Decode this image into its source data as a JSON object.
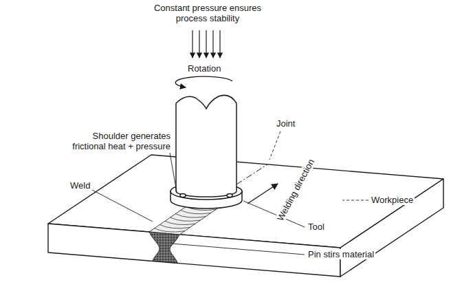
{
  "diagram": {
    "labels": [
      "Constant pressure ensures process stability",
      "Rotation",
      "Joint",
      "Shoulder generates frictional heat + pressure",
      "Weld",
      "Welding direction",
      "Workpiece",
      "Tool",
      "Pin stirs material"
    ]
  }
}
